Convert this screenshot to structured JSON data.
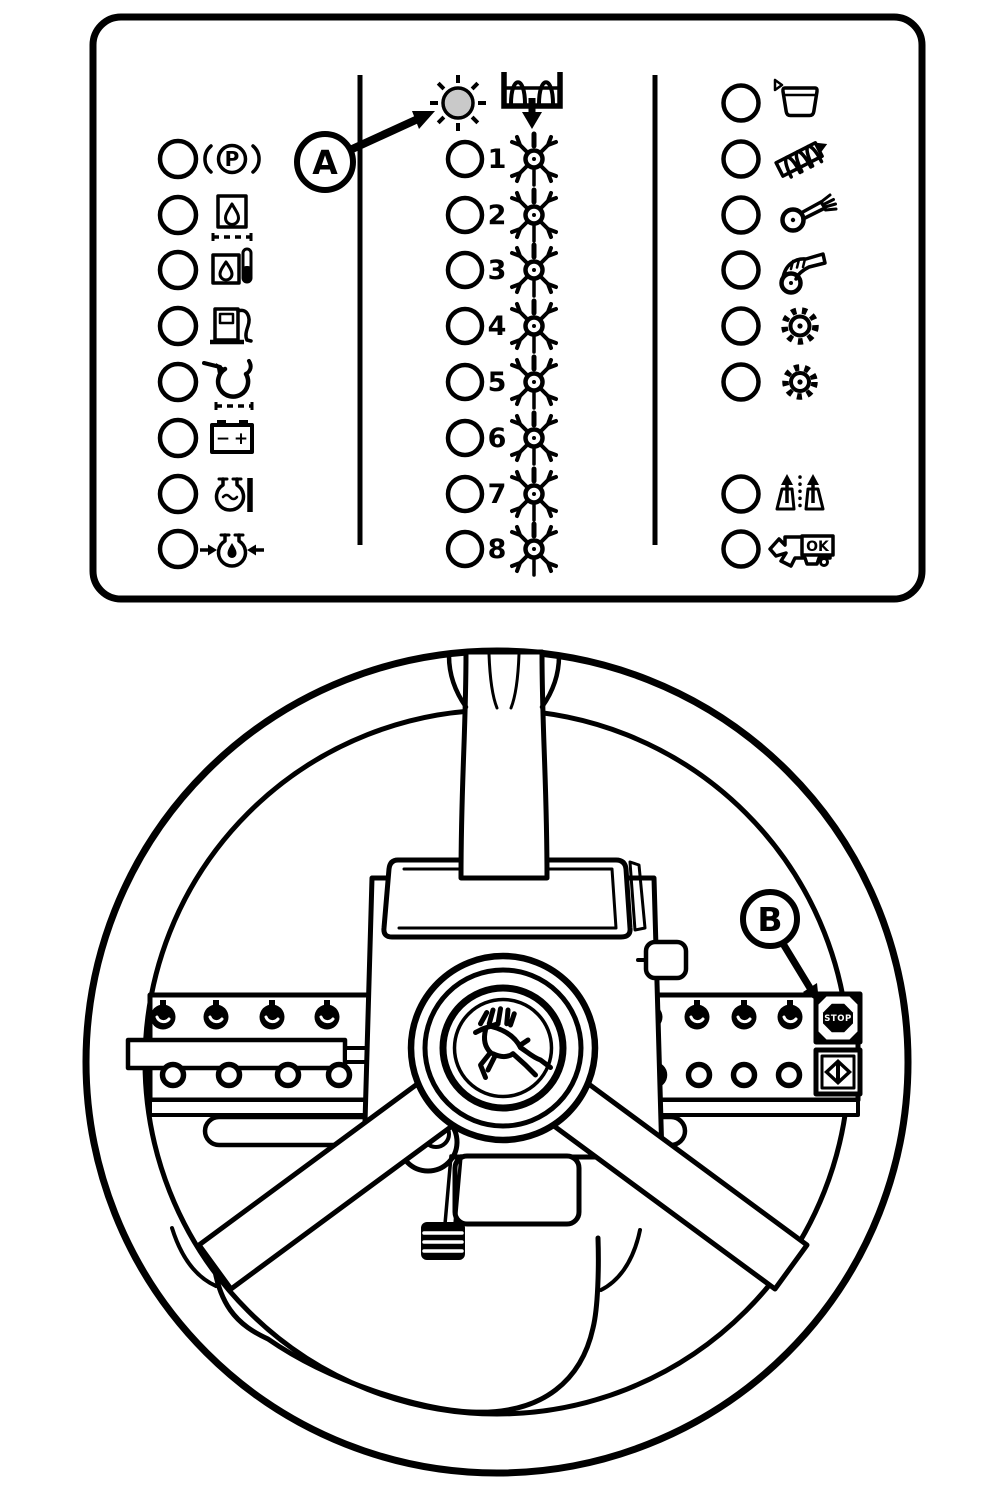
{
  "page": {
    "background": "#ffffff",
    "ink": "#000000",
    "lamp_fill": "#c9c9c9"
  },
  "indicator_panel": {
    "callout_a": "A",
    "left_column": {
      "indicators": [
        {
          "icon": "parking-brake-icon",
          "letter": "P"
        },
        {
          "icon": "hydraulic-oil-level-icon"
        },
        {
          "icon": "hydraulic-oil-temperature-icon"
        },
        {
          "icon": "fuel-level-icon"
        },
        {
          "icon": "air-filter-restriction-icon"
        },
        {
          "icon": "battery-charge-icon",
          "minus": "−",
          "plus": "+"
        },
        {
          "icon": "coolant-temperature-icon"
        },
        {
          "icon": "engine-oil-pressure-icon"
        }
      ]
    },
    "center_column": {
      "header": {
        "lamp_icon": "indicator-lamp-lit-icon",
        "icon": "cross-auger-icon"
      },
      "rows": [
        {
          "number": "1",
          "icon": "row-unit-drum-icon"
        },
        {
          "number": "2",
          "icon": "row-unit-drum-icon"
        },
        {
          "number": "3",
          "icon": "row-unit-drum-icon"
        },
        {
          "number": "4",
          "icon": "row-unit-drum-icon"
        },
        {
          "number": "5",
          "icon": "row-unit-drum-icon"
        },
        {
          "number": "6",
          "icon": "row-unit-drum-icon"
        },
        {
          "number": "7",
          "icon": "row-unit-drum-icon"
        },
        {
          "number": "8",
          "icon": "row-unit-drum-icon"
        }
      ]
    },
    "right_column": {
      "indicators": [
        {
          "icon": "basket-level-icon"
        },
        {
          "icon": "unloading-auger-icon"
        },
        {
          "icon": "fan-speed-icon"
        },
        {
          "icon": "conveying-duct-icon"
        },
        {
          "icon": "front-drum-speed-icon"
        },
        {
          "icon": "rear-drum-speed-icon"
        },
        {
          "icon": "spreader-arrows-icon"
        },
        {
          "icon": "machine-ready-icon",
          "ok_label": "OK"
        }
      ]
    }
  },
  "steering_area": {
    "callout_b": "B",
    "logo_icon": "leaping-deer-logo",
    "stop_button": {
      "label": "STOP",
      "icon": "stop-octagon-icon"
    },
    "arrows_button": {
      "icon": "diamond-arrows-icon"
    }
  }
}
